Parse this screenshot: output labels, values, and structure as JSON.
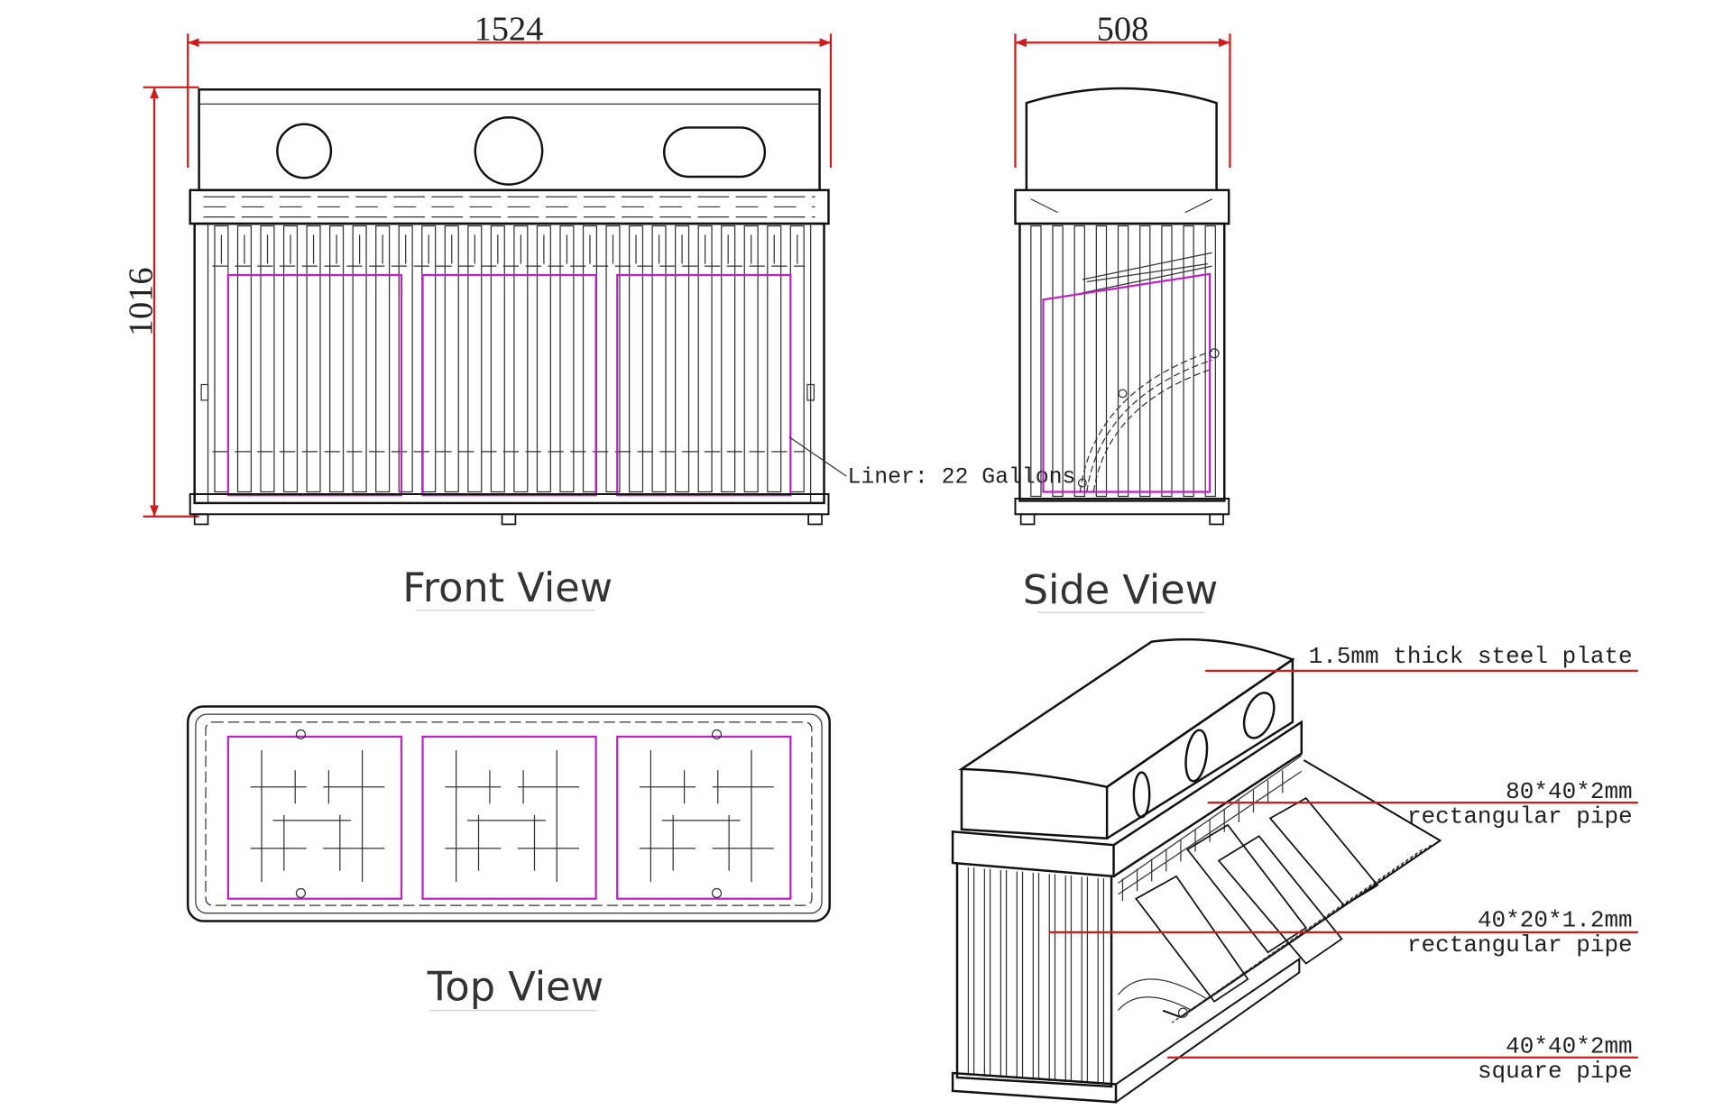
{
  "colors": {
    "dimension_line": "#d21a1a",
    "liner_outline": "#c020c8",
    "linework": "#111111"
  },
  "dimensions": {
    "front_width": "1524",
    "front_height": "1016",
    "side_depth": "508"
  },
  "views": {
    "front": "Front View",
    "side": "Side View",
    "top": "Top View"
  },
  "notes": {
    "liner": "Liner: 22 Gallons"
  },
  "callouts": [
    {
      "line1": "1.5mm thick steel plate",
      "line2": ""
    },
    {
      "line1": "80*40*2mm",
      "line2": "rectangular pipe"
    },
    {
      "line1": "40*20*1.2mm",
      "line2": "rectangular pipe"
    },
    {
      "line1": "40*40*2mm",
      "line2": "square pipe"
    }
  ]
}
